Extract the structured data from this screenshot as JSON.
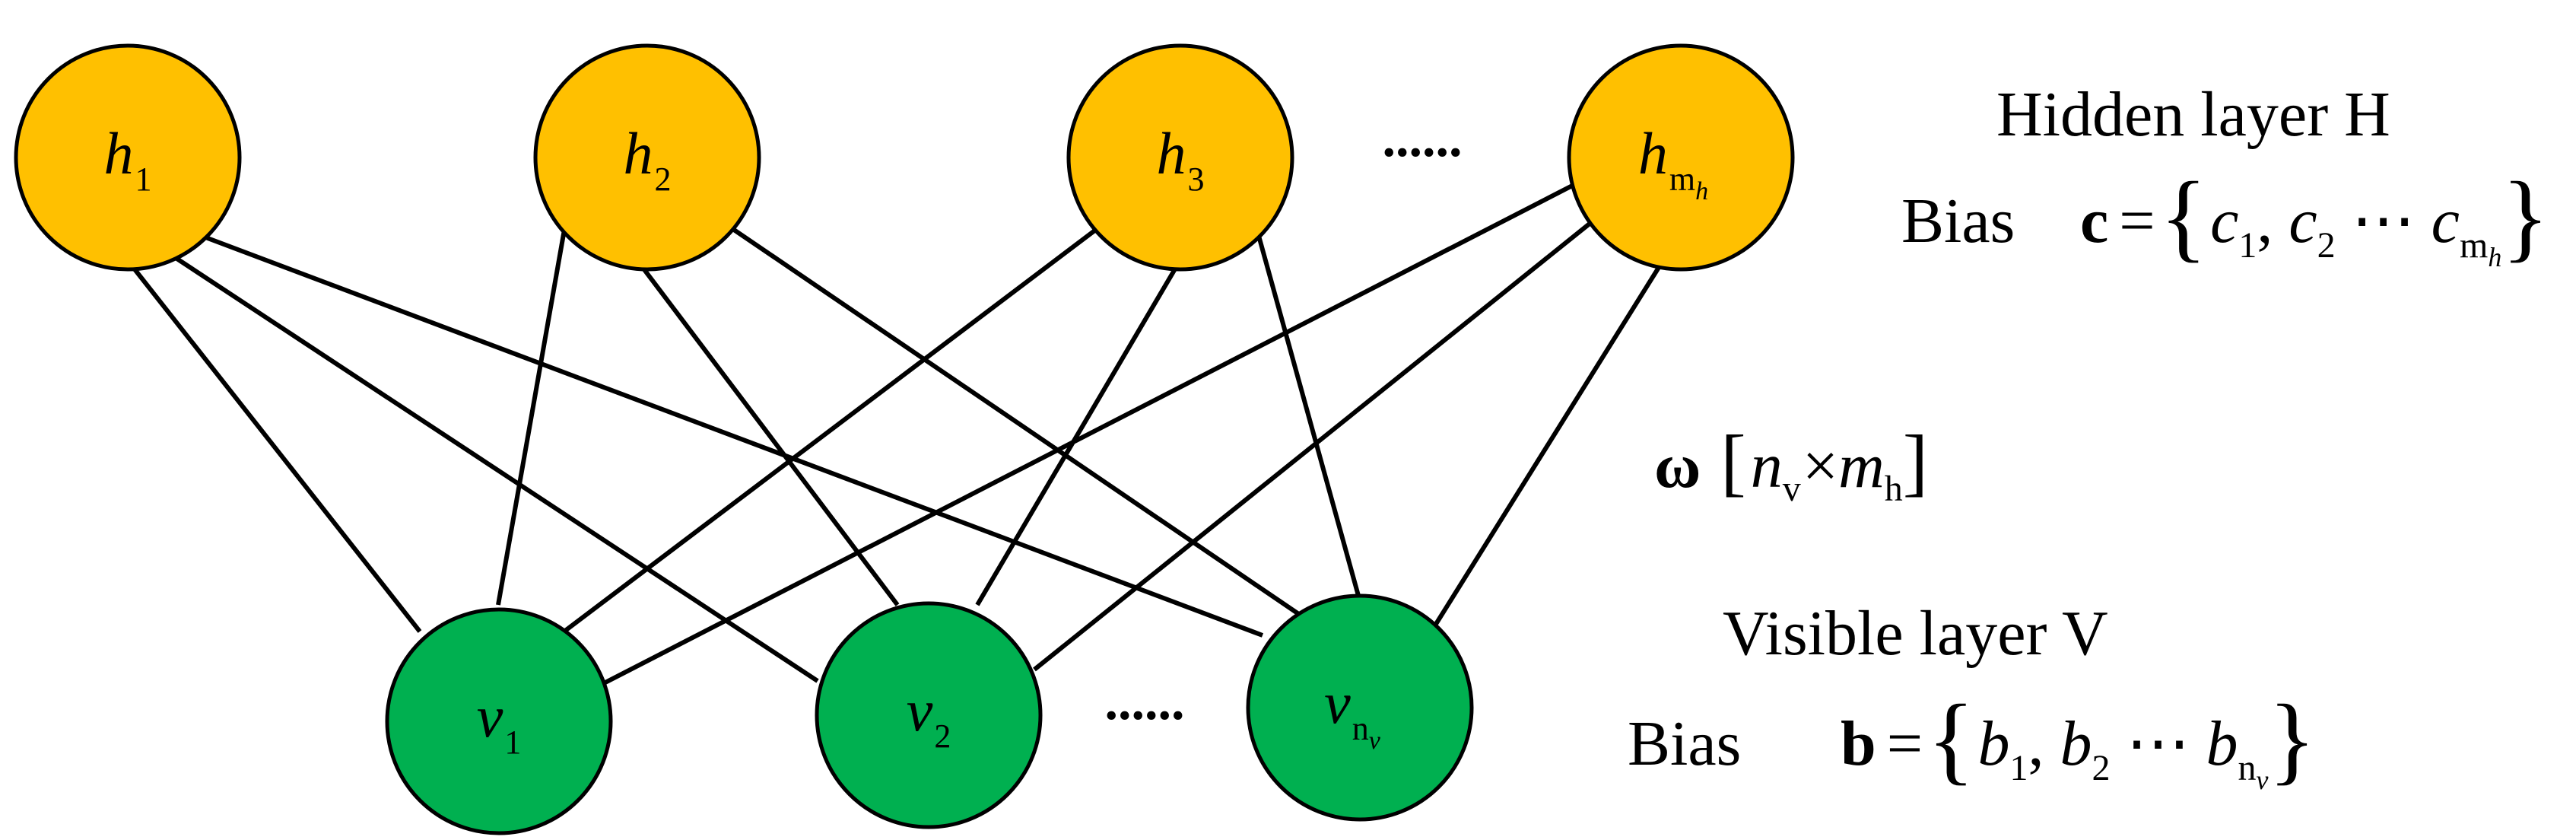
{
  "hidden_layer": {
    "title": "Hidden layer H",
    "bias_label": "Bias",
    "bias_symbol": "c",
    "nodes": [
      {
        "var": "h",
        "sub": "1",
        "subsub": ""
      },
      {
        "var": "h",
        "sub": "2",
        "subsub": ""
      },
      {
        "var": "h",
        "sub": "3",
        "subsub": ""
      },
      {
        "var": "h",
        "sub": "m",
        "subsub": "h"
      }
    ],
    "ellipsis": "......",
    "bias_terms": [
      {
        "var": "c",
        "sub": "1"
      },
      {
        "var": "c",
        "sub": "2"
      },
      {
        "var": "c",
        "sub": "m",
        "subsub": "h"
      }
    ],
    "color": "#FFC000"
  },
  "visible_layer": {
    "title": "Visible layer V",
    "bias_label": "Bias",
    "bias_symbol": "b",
    "nodes": [
      {
        "var": "v",
        "sub": "1",
        "subsub": ""
      },
      {
        "var": "v",
        "sub": "2",
        "subsub": ""
      },
      {
        "var": "v",
        "sub": "n",
        "subsub": "v"
      }
    ],
    "ellipsis": "......",
    "bias_terms": [
      {
        "var": "b",
        "sub": "1"
      },
      {
        "var": "b",
        "sub": "2"
      },
      {
        "var": "b",
        "sub": "n",
        "subsub": "v"
      }
    ],
    "color": "#00B050"
  },
  "weights": {
    "symbol": "ω",
    "dims": {
      "rows": "n",
      "rows_sub": "v",
      "times": "×",
      "cols": "m",
      "cols_sub": "h"
    }
  },
  "edge_color": "#000000",
  "node_stroke_color": "#000000"
}
